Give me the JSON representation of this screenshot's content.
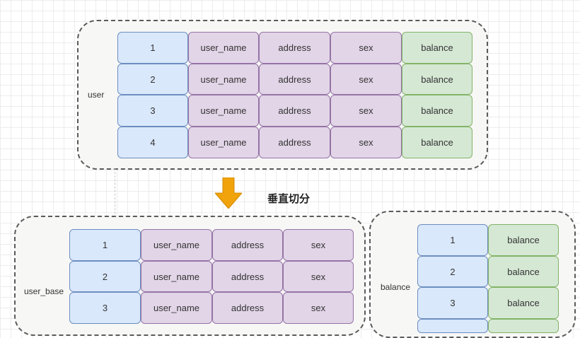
{
  "top": {
    "label": "user",
    "rows": [
      [
        "1",
        "user_name",
        "address",
        "sex",
        "balance"
      ],
      [
        "2",
        "user_name",
        "address",
        "sex",
        "balance"
      ],
      [
        "3",
        "user_name",
        "address",
        "sex",
        "balance"
      ],
      [
        "4",
        "user_name",
        "address",
        "sex",
        "balance"
      ]
    ]
  },
  "caption": "垂直切分",
  "arrow_icon": "down-arrow-icon",
  "colors": {
    "id_fill": "#dae8fc",
    "field_fill": "#e1d5e7",
    "balance_fill": "#d5e8d4",
    "arrow": "#f0a30a"
  },
  "left": {
    "label": "user_base",
    "rows": [
      [
        "1",
        "user_name",
        "address",
        "sex"
      ],
      [
        "2",
        "user_name",
        "address",
        "sex"
      ],
      [
        "3",
        "user_name",
        "address",
        "sex"
      ]
    ]
  },
  "right": {
    "label": "balance",
    "rows": [
      [
        "1",
        "balance"
      ],
      [
        "2",
        "balance"
      ],
      [
        "3",
        "balance"
      ]
    ]
  }
}
